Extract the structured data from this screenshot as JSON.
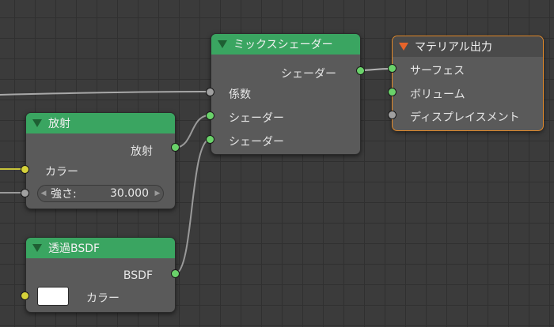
{
  "colors": {
    "socket_shader": "#6ad26a",
    "socket_color": "#d5d23a",
    "socket_value": "#a0a0a0",
    "header_shader": "#3aa561",
    "selected_border": "#e38a2a"
  },
  "mix_shader": {
    "title": "ミックスシェーダー",
    "output_label": "シェーダー",
    "input_fac": "係数",
    "input_shader_1": "シェーダー",
    "input_shader_2": "シェーダー"
  },
  "material_output": {
    "title": "マテリアル出力",
    "input_surface": "サーフェス",
    "input_volume": "ボリューム",
    "input_displacement": "ディスプレイスメント"
  },
  "emission": {
    "title": "放射",
    "output_label": "放射",
    "input_color": "カラー",
    "strength_label": "強さ:",
    "strength_value": "30.000"
  },
  "transparent": {
    "title": "透過BSDF",
    "output_label": "BSDF",
    "input_color": "カラー"
  }
}
